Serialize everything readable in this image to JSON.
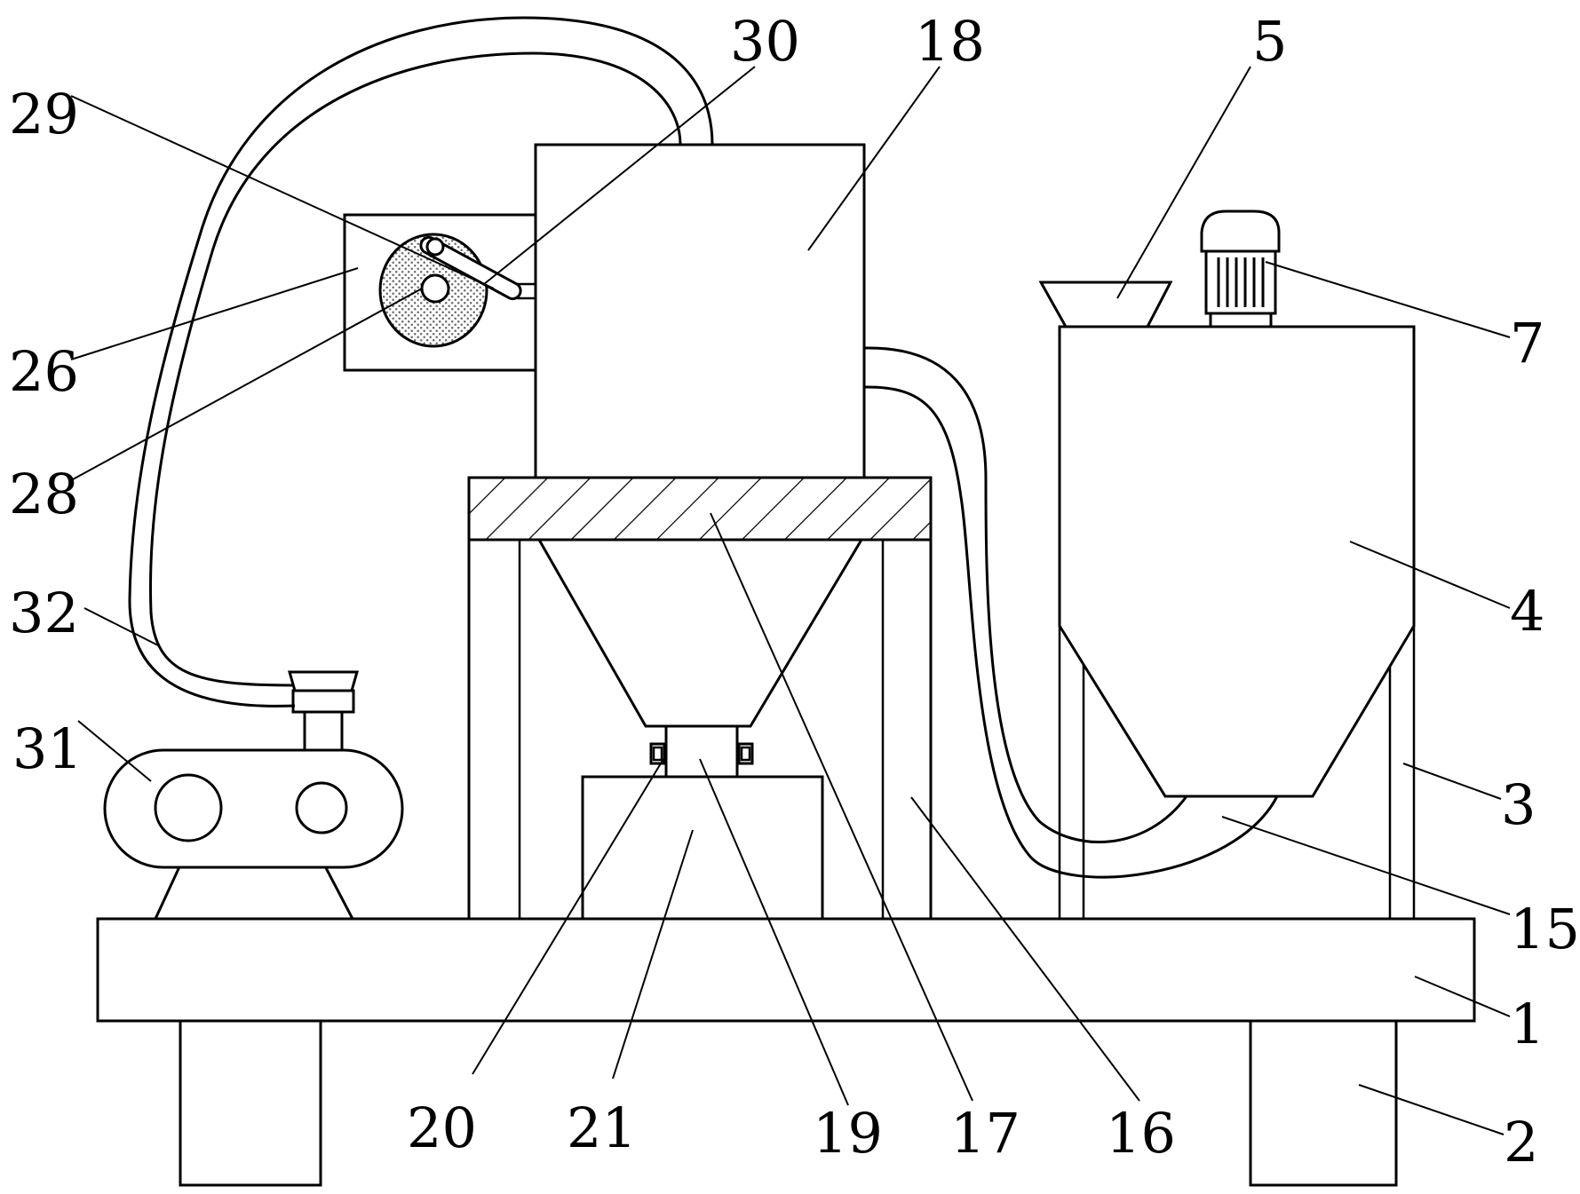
{
  "figure": {
    "callouts": [
      {
        "id": "c1",
        "text": "1"
      },
      {
        "id": "c2",
        "text": "2"
      },
      {
        "id": "c3",
        "text": "3"
      },
      {
        "id": "c4",
        "text": "4"
      },
      {
        "id": "c5",
        "text": "5"
      },
      {
        "id": "c7",
        "text": "7"
      },
      {
        "id": "c15",
        "text": "15"
      },
      {
        "id": "c16",
        "text": "16"
      },
      {
        "id": "c17",
        "text": "17"
      },
      {
        "id": "c18",
        "text": "18"
      },
      {
        "id": "c19",
        "text": "19"
      },
      {
        "id": "c20",
        "text": "20"
      },
      {
        "id": "c21",
        "text": "21"
      },
      {
        "id": "c26",
        "text": "26"
      },
      {
        "id": "c28",
        "text": "28"
      },
      {
        "id": "c29",
        "text": "29"
      },
      {
        "id": "c30",
        "text": "30"
      },
      {
        "id": "c31",
        "text": "31"
      },
      {
        "id": "c32",
        "text": "32"
      }
    ]
  },
  "colors": {
    "stroke": "#000000",
    "background": "#ffffff",
    "stipple": "#6a6a6a"
  }
}
